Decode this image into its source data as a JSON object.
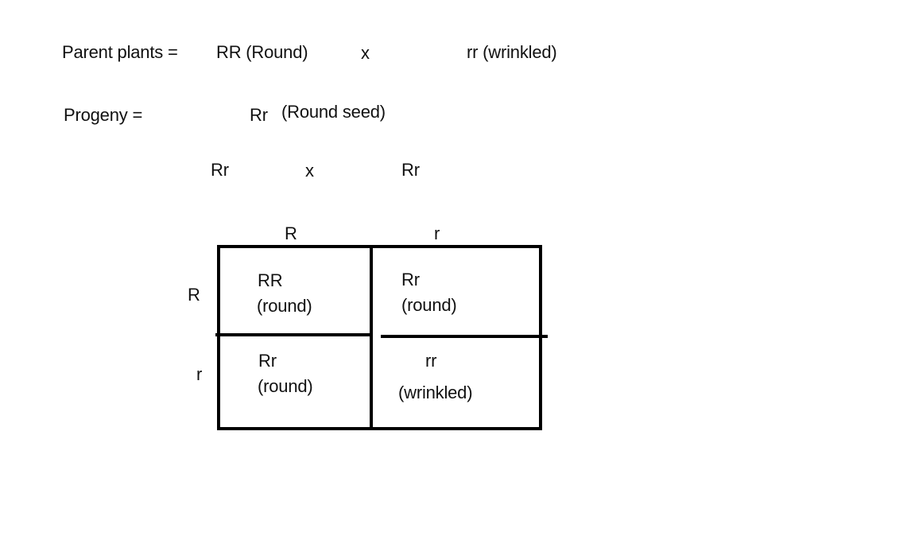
{
  "cross": {
    "parent_label": "Parent plants =",
    "parent1": "RR (Round)",
    "cross_symbol": "x",
    "parent2": "rr  (wrinkled)",
    "progeny_label": "Progeny =",
    "progeny_genotype": "Rr",
    "progeny_phenotype": "(Round seed)",
    "f1_parent1": "Rr",
    "f1_cross_symbol": "x",
    "f1_parent2": "Rr"
  },
  "punnett": {
    "column_alleles": [
      "R",
      "r"
    ],
    "row_alleles": [
      "R",
      "r"
    ],
    "cells": [
      [
        {
          "genotype": "RR",
          "phenotype": "(round)"
        },
        {
          "genotype": "Rr",
          "phenotype": "(round)"
        }
      ],
      [
        {
          "genotype": "Rr",
          "phenotype": "(round)"
        },
        {
          "genotype": "rr",
          "phenotype": "(wrinkled)"
        }
      ]
    ]
  }
}
